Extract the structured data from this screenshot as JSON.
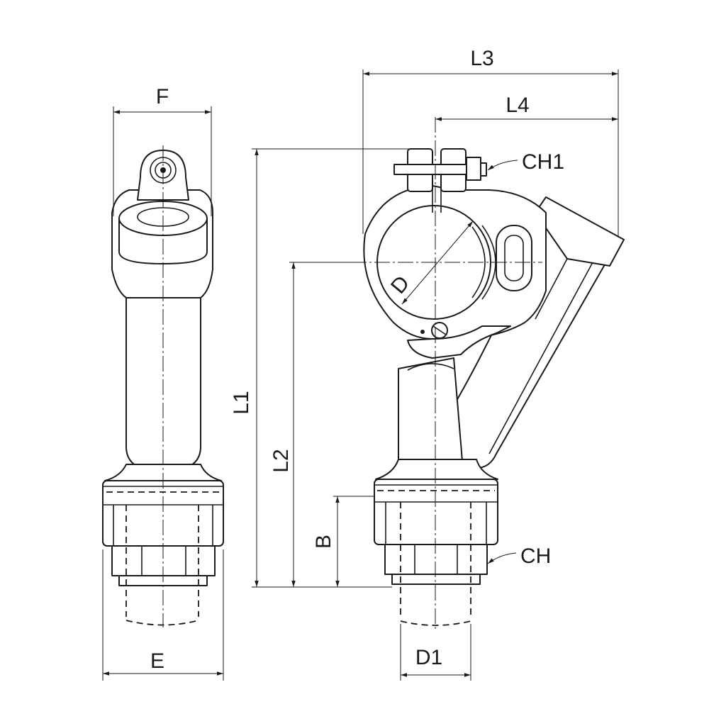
{
  "labels": {
    "F": "F",
    "E": "E",
    "L1": "L1",
    "L2": "L2",
    "L3": "L3",
    "L4": "L4",
    "B": "B",
    "D": "D",
    "D1": "D1",
    "CH": "CH",
    "CH1": "CH1"
  },
  "line_color": "#1a1a1a",
  "background": "#ffffff"
}
